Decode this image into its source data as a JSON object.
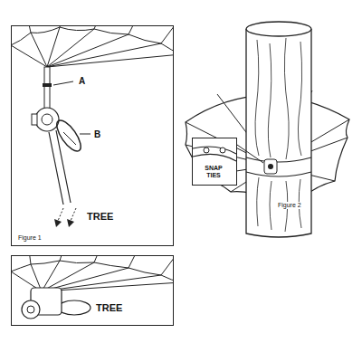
{
  "diagram": {
    "nodes": [
      {
        "text": [
          "A",
          "B",
          "TREE",
          "Figure 1"
        ]
      },
      {
        "text": [
          "TREE"
        ]
      },
      {
        "text": [
          "SNAP TIES"
        ]
      }
    ],
    "labels": [
      "Figure 2"
    ]
  }
}
